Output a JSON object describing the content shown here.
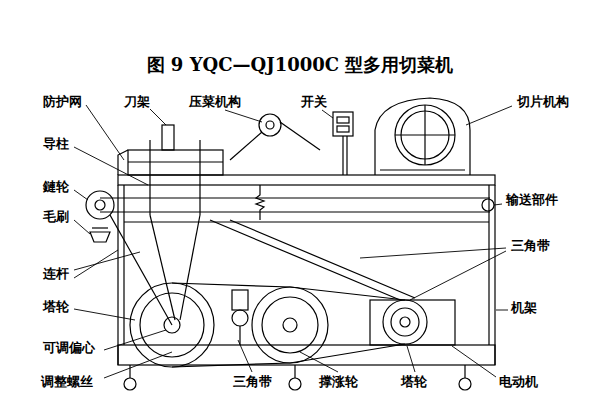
{
  "diagram": {
    "title": "图 9 YQC—QJ1000C 型多用切菜机",
    "labels": [
      "防护网",
      "刀架",
      "压菜机构",
      "开关",
      "切片机构",
      "导柱",
      "鏈轮",
      "输送部件",
      "毛刷",
      "三角带",
      "连杆",
      "机架",
      "塔轮",
      "可调偏心",
      "调整螺丝",
      "三角带",
      "撑涨轮",
      "塔轮",
      "电动机"
    ]
  }
}
